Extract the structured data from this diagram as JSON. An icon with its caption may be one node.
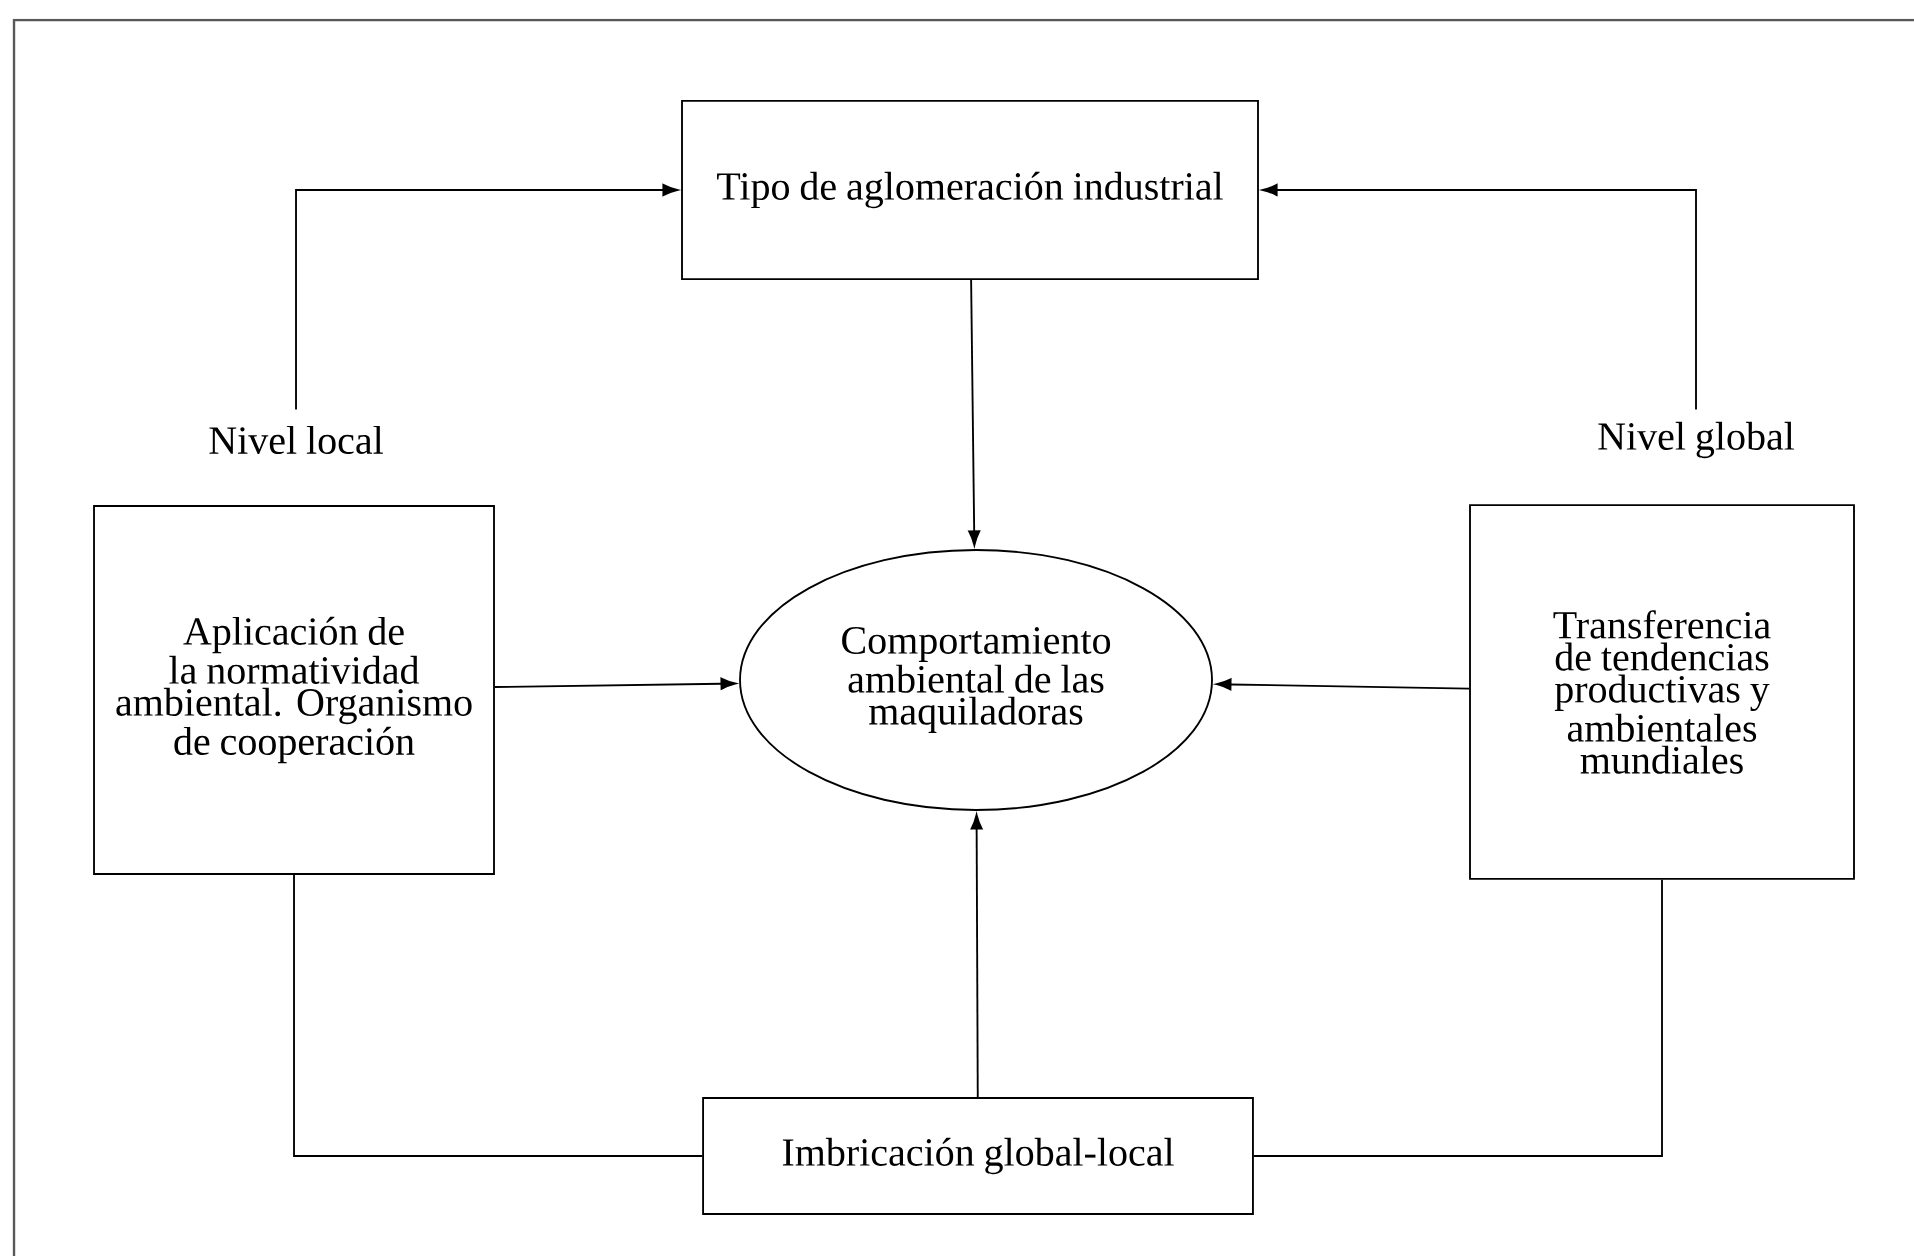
{
  "diagram": {
    "nodes": [
      {
        "text": [
          "Tipo de aglomeración industrial"
        ]
      },
      {
        "text": [
          "Nivel local"
        ]
      },
      {
        "text": [
          "Nivel global"
        ]
      },
      {
        "text": [
          "Aplicación de la normatividad ambiental. Organismo de cooperación"
        ]
      },
      {
        "text": [
          "Comportamiento ambiental de las maquiladoras"
        ]
      },
      {
        "text": [
          "Transferencia de tendencias productivas y ambientales mundiales"
        ]
      },
      {
        "text": [
          "Imbricación global-local"
        ]
      }
    ],
    "edges": [
      {
        "from": 1,
        "to": 0,
        "arrow": "to"
      },
      {
        "from": 2,
        "to": 0,
        "arrow": "to"
      },
      {
        "from": 0,
        "to": 4,
        "arrow": "to"
      },
      {
        "from": 3,
        "to": 4,
        "arrow": "to"
      },
      {
        "from": 5,
        "to": 4,
        "arrow": "to"
      },
      {
        "from": 6,
        "to": 4,
        "arrow": "to"
      },
      {
        "from": 3,
        "to": 6,
        "arrow": "none"
      },
      {
        "from": 5,
        "to": 6,
        "arrow": "none"
      }
    ]
  }
}
